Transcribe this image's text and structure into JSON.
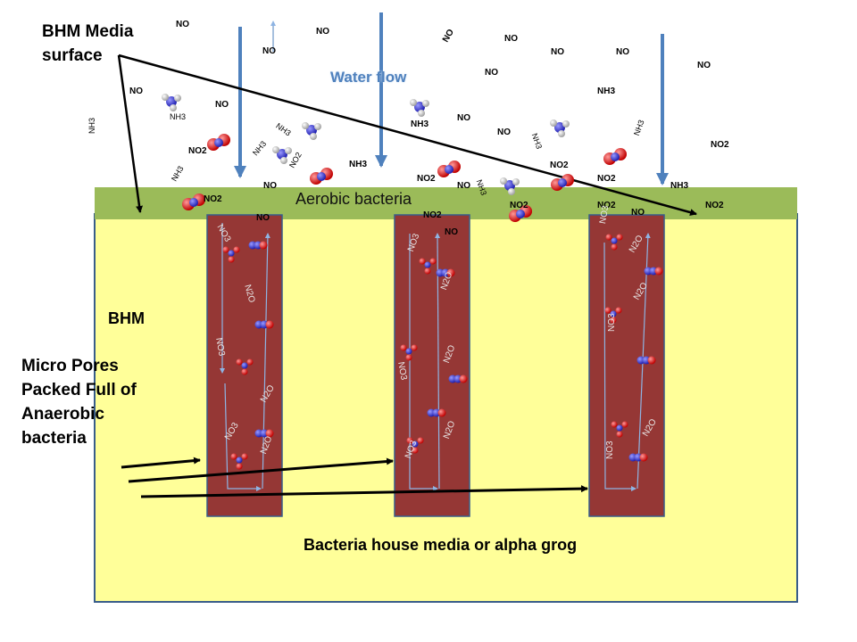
{
  "labels": {
    "media_surface": [
      "BHM Media",
      "surface"
    ],
    "water_flow": "Water flow",
    "aerobic": "Aerobic bacteria",
    "bhm": "BHM",
    "micro_pores": [
      "Micro Pores",
      "Packed Full of",
      "Anaerobic",
      "bacteria"
    ],
    "house": "Bacteria house media or alpha grog"
  },
  "chem": {
    "no": "NO",
    "no2": "NO2",
    "nh3": "NH3",
    "no3": "NO3",
    "n2o": "N2O"
  },
  "colors": {
    "media": "#ffff99",
    "media_border": "#385d8a",
    "aerobic_band": "#9bbb59",
    "pore": "#953735",
    "water_arrow": "#4f81bd",
    "oxygen": "#e00000",
    "nitrogen": "#2b2bd6",
    "hydrogen": "#dddddd"
  }
}
